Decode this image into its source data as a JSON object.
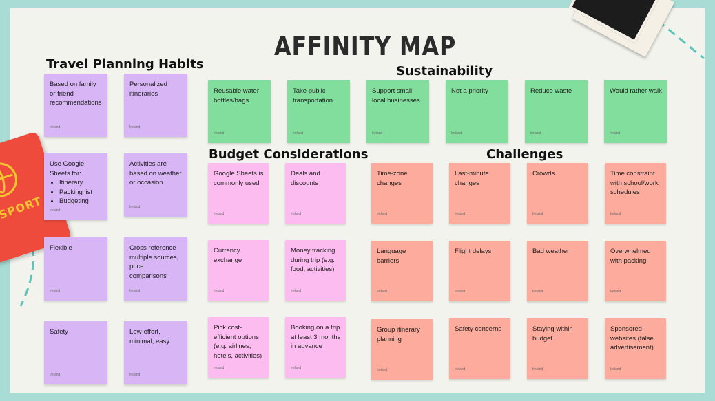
{
  "title": "AFFINITY MAP",
  "decor": {
    "passport_text": "PASSPORT"
  },
  "author_label": "Ireland",
  "colors": {
    "habits": "#d8b6f6",
    "sustainability": "#82de9d",
    "budget": "#fcbcf0",
    "challenges": "#fcab9c",
    "background": "#a9dcd4",
    "board": "#f3f3ee"
  },
  "sections": {
    "habits": {
      "title": "Travel Planning Habits",
      "notes": [
        {
          "text": "Based on family or friend recommendations"
        },
        {
          "text": "Personalized itineraries"
        },
        {
          "text": "Use Google Sheets for:",
          "bullets": [
            "Itinerary",
            "Packing list",
            "Budgeting"
          ]
        },
        {
          "text": "Activities are based on weather or occasion"
        },
        {
          "text": "Flexible"
        },
        {
          "text": "Cross reference multiple sources, price comparisons"
        },
        {
          "text": "Safety"
        },
        {
          "text": "Low-effort, minimal, easy"
        }
      ]
    },
    "sustainability": {
      "title": "Sustainability",
      "notes": [
        {
          "text": "Reusable water bottles/bags"
        },
        {
          "text": "Take public transportation"
        },
        {
          "text": "Support small local businesses"
        },
        {
          "text": "Not a priority"
        },
        {
          "text": "Reduce waste"
        },
        {
          "text": "Would rather walk"
        }
      ]
    },
    "budget": {
      "title": "Budget Considerations",
      "notes": [
        {
          "text": "Google Sheets is commonly used"
        },
        {
          "text": "Deals and discounts"
        },
        {
          "text": "Currency exchange"
        },
        {
          "text": "Money tracking during trip (e.g. food, activities)"
        },
        {
          "text": "Pick cost-efficient options (e.g. airlines, hotels, activities)"
        },
        {
          "text": "Booking on a trip at least 3 months in advance"
        }
      ]
    },
    "challenges": {
      "title": "Challenges",
      "notes": [
        {
          "text": "Time-zone changes"
        },
        {
          "text": "Last-minute changes"
        },
        {
          "text": "Crowds"
        },
        {
          "text": "Time constraint with school/work schedules"
        },
        {
          "text": "Language barriers"
        },
        {
          "text": "Flight delays"
        },
        {
          "text": "Bad weather"
        },
        {
          "text": "Overwhelmed with packing"
        },
        {
          "text": "Group itinerary planning"
        },
        {
          "text": "Safety concerns"
        },
        {
          "text": "Staying within budget"
        },
        {
          "text": "Sponsored websites (false advertisement)"
        }
      ]
    }
  }
}
